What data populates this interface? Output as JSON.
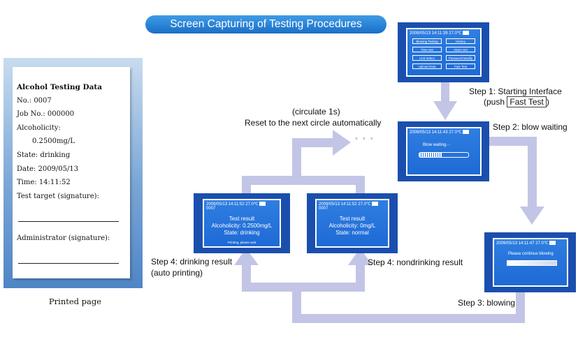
{
  "title": "Screen Capturing of Testing Procedures",
  "receipt": {
    "heading": "Alcohol Testing Data",
    "no": "No.: 0007",
    "job_no": "Job No.: 000000",
    "alcoholicity_label": "Alcoholicity:",
    "alcoholicity_value": "0.2500mg/L",
    "state": "State: drinking",
    "date": "Date: 2009/05/13",
    "time": "Time: 14:11:52",
    "test_target": "Test target (signature):",
    "administrator": "Administrator (signature):",
    "caption": "Printed page"
  },
  "loop": {
    "circulate": "(circulate 1s)",
    "reset": "Reset to the next circle automatically",
    "dots": "• • •"
  },
  "step1": {
    "label": "Step 1: Starting Interface",
    "push_prefix": "(push ",
    "push_button": "Fast Test",
    "push_suffix": ")",
    "status": "2009/05/13    14:11:39  27.0℃",
    "menu": [
      "Blowing Testing",
      "History",
      "Time Set",
      "Alarm Set",
      "Unit Select",
      "Password Modify",
      "Upload Data",
      "Fast Test"
    ]
  },
  "step2": {
    "label": "Step 2: blow waiting",
    "status": "2009/05/13    14:11:43  27.0℃",
    "message": "Blow waiting···"
  },
  "step3": {
    "label": "Step 3: blowing",
    "status": "2009/05/13    14:11:47  27.0℃",
    "message": "Please continue blowing"
  },
  "step4_drinking": {
    "label_line1": "Step 4: drinking result",
    "label_line2": "(auto printing)",
    "status": "2009/05/13    14:11:52  27.0℃",
    "record": "0007",
    "line1": "Test result",
    "line2": "Alcoholicity: 0.2500mg/L",
    "line3": "State: drinking",
    "footer": "Printing, please wait"
  },
  "step4_nondrinking": {
    "label": "Step 4: nondrinking result",
    "status": "2009/05/13    14:11:52  27.0℃",
    "record": "0007",
    "line1": "Test result",
    "line2": "Alcoholicity: 0mg/L",
    "line3": "State: normal"
  },
  "colors": {
    "arrow": "#c3c5e6",
    "device": "#1b4fae",
    "screen": "#2070d8",
    "pill": "#1a6fc7"
  }
}
